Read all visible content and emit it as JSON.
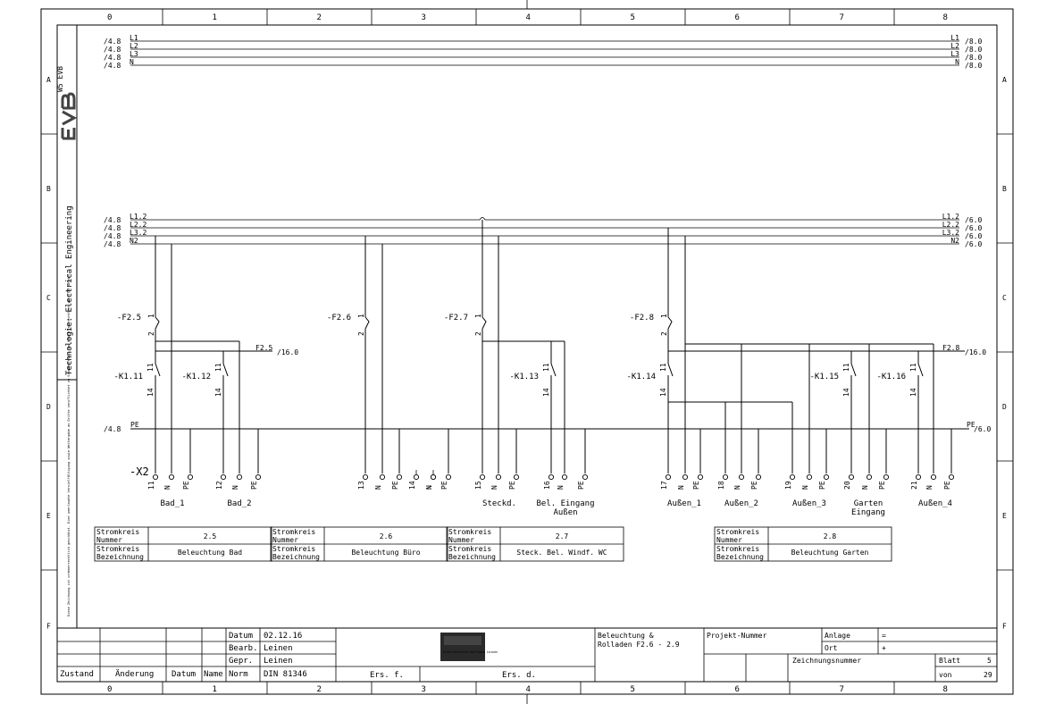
{
  "frame": {
    "columns": [
      "0",
      "1",
      "2",
      "3",
      "4",
      "5",
      "6",
      "7",
      "8"
    ],
    "rows": [
      "A",
      "B",
      "C",
      "D",
      "E",
      "F"
    ]
  },
  "side": {
    "logo_text": "W5 EVB",
    "technology": "Technologie: Electrical Engineering",
    "note": "Diese Zeichnung ist urheberrechtlich geschützt. Eine unerlaubte Vervielfältigung sowie Weitergabe an Dritte verpflichtet zu Schadenersatz und kann strafrechtlich verfolgt werden."
  },
  "busbars_top": {
    "left": [
      {
        "ref": "/4.8",
        "label": "L1"
      },
      {
        "ref": "/4.8",
        "label": "L2"
      },
      {
        "ref": "/4.8",
        "label": "L3"
      },
      {
        "ref": "/4.8",
        "label": "N"
      }
    ],
    "right": [
      {
        "ref": "/8.0",
        "label": "L1"
      },
      {
        "ref": "/8.0",
        "label": "L2"
      },
      {
        "ref": "/8.0",
        "label": "L3"
      },
      {
        "ref": "/8.0",
        "label": "N"
      }
    ]
  },
  "busbars_mid": {
    "left": [
      {
        "ref": "/4.8",
        "label": "L1.2"
      },
      {
        "ref": "/4.8",
        "label": "L2.2"
      },
      {
        "ref": "/4.8",
        "label": "L3.2"
      },
      {
        "ref": "/4.8",
        "label": "N2"
      }
    ],
    "right": [
      {
        "ref": "/6.0",
        "label": "L1.2"
      },
      {
        "ref": "/6.0",
        "label": "L2.2"
      },
      {
        "ref": "/6.0",
        "label": "L3.2"
      },
      {
        "ref": "/6.0",
        "label": "N2"
      }
    ]
  },
  "fuses": [
    {
      "name": "-F2.5",
      "top": "1",
      "bottom": "2"
    },
    {
      "name": "-F2.6",
      "top": "1",
      "bottom": "2"
    },
    {
      "name": "-F2.7",
      "top": "1",
      "bottom": "2"
    },
    {
      "name": "-F2.8",
      "top": "1",
      "bottom": "2"
    }
  ],
  "contacts": [
    {
      "name": "-K1.11",
      "top": "11",
      "bottom": "14"
    },
    {
      "name": "-K1.12",
      "top": "11",
      "bottom": "14"
    },
    {
      "name": "-K1.13",
      "top": "11",
      "bottom": "14"
    },
    {
      "name": "-K1.14",
      "top": "11",
      "bottom": "14"
    },
    {
      "name": "-K1.15",
      "top": "11",
      "bottom": "14"
    },
    {
      "name": "-K1.16",
      "top": "11",
      "bottom": "14"
    }
  ],
  "links": {
    "f25": {
      "label": "F2.5",
      "ref": "/16.0"
    },
    "f28": {
      "label": "F2.8",
      "ref": "/16.0"
    },
    "pe_left": {
      "ref": "/4.8",
      "label": "PE"
    },
    "pe_right": {
      "label": "PE",
      "ref": "/6.0"
    }
  },
  "terminal_strip": {
    "name": "-X2",
    "terminals": [
      "11",
      "N",
      "PE",
      "12",
      "N",
      "PE",
      "13",
      "N",
      "PE",
      "14",
      "N",
      "N",
      "PE",
      "15",
      "N",
      "PE",
      "16",
      "N",
      "PE",
      "17",
      "N",
      "PE",
      "18",
      "N",
      "PE",
      "19",
      "N",
      "PE",
      "20",
      "N",
      "PE",
      "21",
      "N",
      "PE"
    ]
  },
  "consumers": [
    "Bad_1",
    "Bad_2",
    "Steckd.",
    "Bel. Eingang",
    "Außen",
    "Außen_1",
    "Außen_2",
    "Außen_3",
    "Garten",
    "Eingang",
    "Außen_4"
  ],
  "circuit_tables": [
    {
      "nr_label": "Stromkreis Nummer",
      "bez_label": "Stromkreis Bezeichnung",
      "nummer": "2.5",
      "bezeichnung": "Beleuchtung Bad"
    },
    {
      "nr_label": "Stromkreis Nummer",
      "bez_label": "Stromkreis Bezeichnung",
      "nummer": "2.6",
      "bezeichnung": "Beleuchtung Büro"
    },
    {
      "nr_label": "Stromkreis Nummer",
      "bez_label": "Stromkreis Bezeichnung",
      "nummer": "2.7",
      "bezeichnung": "Steck. Bel. Windf. WC"
    },
    {
      "nr_label": "Stromkreis Nummer",
      "bez_label": "Stromkreis Bezeichnung",
      "nummer": "2.8",
      "bezeichnung": "Beleuchtung Garten"
    }
  ],
  "title_block": {
    "datum_label": "Datum",
    "datum": "02.12.16",
    "bearb_label": "Bearb.",
    "bearb": "Leinen",
    "gepr_label": "Gepr.",
    "gepr": "Leinen",
    "norm_label": "Norm",
    "norm": "DIN 81346",
    "zustand": "Zustand",
    "aenderung": "Änderung",
    "datum2": "Datum",
    "name": "Name",
    "ers_f": "Ers. f.",
    "ers_d": "Ers. d.",
    "company_logo": "Elektrotechnik Wolfgang Leinen",
    "title_line1": "Beleuchtung &",
    "title_line2": "Rolladen F2.6 - 2.9",
    "projekt": "Projekt-Nummer",
    "anlage_label": "Anlage",
    "anlage": "=",
    "ort_label": "Ort",
    "ort": "+",
    "zeichnung": "Zeichnungsnummer",
    "blatt_label": "Blatt",
    "blatt": "5",
    "von_label": "von",
    "von": "29"
  },
  "colors": {
    "line": "#000000",
    "background": "#ffffff",
    "logo_bg": "#2a2a2a"
  }
}
